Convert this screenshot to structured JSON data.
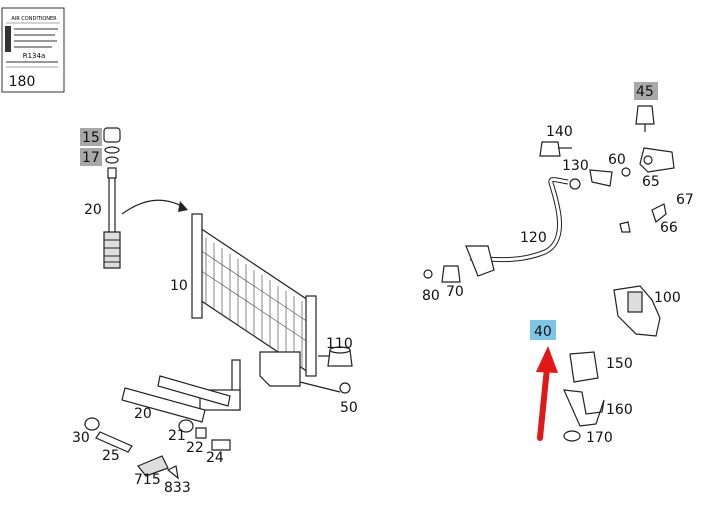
{
  "title": "AIR CONDITIONER",
  "label_card": {
    "lines": [
      "AIR CONDITIONER",
      "R134a"
    ],
    "number": "180"
  },
  "callouts": [
    {
      "id": "c15",
      "text": "15",
      "highlight": "gray"
    },
    {
      "id": "c17",
      "text": "17",
      "highlight": "gray"
    },
    {
      "id": "c20a",
      "text": "20",
      "highlight": "none"
    },
    {
      "id": "c10",
      "text": "10",
      "highlight": "none"
    },
    {
      "id": "c110",
      "text": "110",
      "highlight": "none"
    },
    {
      "id": "c50",
      "text": "50",
      "highlight": "none"
    },
    {
      "id": "c20b",
      "text": "20",
      "highlight": "none"
    },
    {
      "id": "c21",
      "text": "21",
      "highlight": "none"
    },
    {
      "id": "c22",
      "text": "22",
      "highlight": "none"
    },
    {
      "id": "c24",
      "text": "24",
      "highlight": "none"
    },
    {
      "id": "c30",
      "text": "30",
      "highlight": "none"
    },
    {
      "id": "c25",
      "text": "25",
      "highlight": "none"
    },
    {
      "id": "c715",
      "text": "715",
      "highlight": "none"
    },
    {
      "id": "c833",
      "text": "833",
      "highlight": "none"
    },
    {
      "id": "c45",
      "text": "45",
      "highlight": "gray"
    },
    {
      "id": "c140",
      "text": "140",
      "highlight": "none"
    },
    {
      "id": "c130",
      "text": "130",
      "highlight": "none"
    },
    {
      "id": "c60",
      "text": "60",
      "highlight": "none"
    },
    {
      "id": "c65",
      "text": "65",
      "highlight": "none"
    },
    {
      "id": "c67",
      "text": "67",
      "highlight": "none"
    },
    {
      "id": "c66",
      "text": "66",
      "highlight": "none"
    },
    {
      "id": "c120",
      "text": "120",
      "highlight": "none"
    },
    {
      "id": "c80",
      "text": "80",
      "highlight": "none"
    },
    {
      "id": "c70",
      "text": "70",
      "highlight": "none"
    },
    {
      "id": "c100",
      "text": "100",
      "highlight": "none"
    },
    {
      "id": "c40",
      "text": "40",
      "highlight": "blue"
    },
    {
      "id": "c150",
      "text": "150",
      "highlight": "none"
    },
    {
      "id": "c160",
      "text": "160",
      "highlight": "none"
    },
    {
      "id": "c170",
      "text": "170",
      "highlight": "none"
    }
  ],
  "colors": {
    "arrow": "#e01818",
    "highlight_gray": "#a8a8a8",
    "highlight_blue": "#7fc6e6"
  }
}
